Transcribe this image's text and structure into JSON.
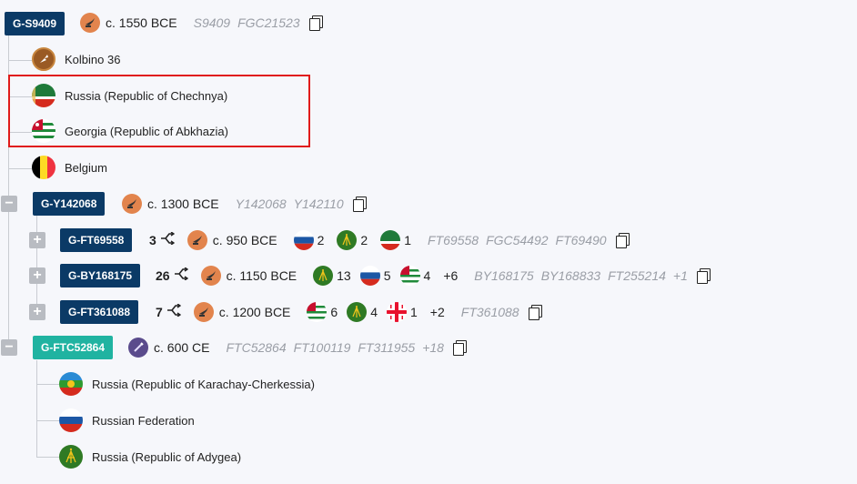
{
  "root": {
    "tag": "G-S9409",
    "date": "c. 1550 BCE",
    "snps": [
      "S9409",
      "FGC21523"
    ],
    "children": [
      {
        "label": "Kolbino 36",
        "icon": "ancient-sample-icon"
      },
      {
        "label": "Russia (Republic of Chechnya)",
        "icon": "chechnya-flag-icon"
      },
      {
        "label": "Georgia (Republic of Abkhazia)",
        "icon": "abkhazia-flag-icon"
      },
      {
        "label": "Belgium",
        "icon": "belgium-flag-icon"
      }
    ]
  },
  "y142068": {
    "tag": "G-Y142068",
    "date": "c. 1300 BCE",
    "snps": [
      "Y142068",
      "Y142110"
    ]
  },
  "ft69558": {
    "tag": "G-FT69558",
    "branches": "3",
    "date": "c. 950 BCE",
    "counts": [
      "2",
      "2",
      "1"
    ],
    "snps": [
      "FT69558",
      "FGC54492",
      "FT69490"
    ]
  },
  "by168175": {
    "tag": "G-BY168175",
    "branches": "26",
    "date": "c. 1150 BCE",
    "counts": [
      "13",
      "5",
      "4"
    ],
    "more": "+6",
    "snps": [
      "BY168175",
      "BY168833",
      "FT255214",
      "+1"
    ]
  },
  "ft361088": {
    "tag": "G-FT361088",
    "branches": "7",
    "date": "c. 1200 BCE",
    "counts": [
      "6",
      "4",
      "1"
    ],
    "more": "+2",
    "snps": [
      "FT361088"
    ]
  },
  "ftc52864": {
    "tag": "G-FTC52864",
    "date": "c. 600 CE",
    "snps": [
      "FTC52864",
      "FT100119",
      "FT311955",
      "+18"
    ],
    "children": [
      {
        "label": "Russia (Republic of Karachay-Cherkessia)"
      },
      {
        "label": "Russian Federation"
      },
      {
        "label": "Russia (Republic of Adygea)"
      }
    ]
  },
  "controls": {
    "collapse": "−",
    "expand": "+"
  },
  "colors": {
    "navy": "#0b3a66",
    "teal": "#20b3a1",
    "highlight": "#e01b1b",
    "era": "#e2844d"
  }
}
